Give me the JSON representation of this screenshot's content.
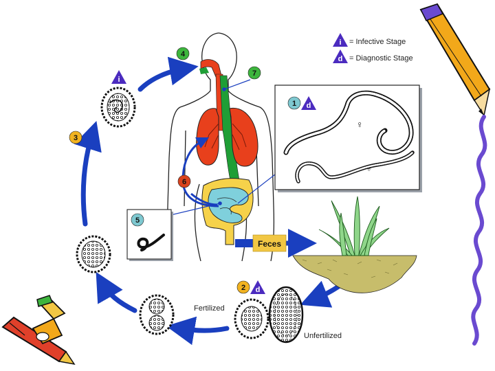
{
  "legend": {
    "infective": {
      "badge": "i",
      "text": "= Infective Stage"
    },
    "diagnostic": {
      "badge": "d",
      "text": "= Diagnostic Stage"
    }
  },
  "stages": {
    "s1": {
      "num": "1",
      "badge": "d"
    },
    "s2": {
      "num": "2",
      "badge": "d"
    },
    "s3": {
      "num": "3"
    },
    "s4": {
      "num": "4"
    },
    "s5": {
      "num": "5"
    },
    "s6": {
      "num": "6"
    },
    "s7": {
      "num": "7"
    },
    "infective_badge": "i"
  },
  "labels": {
    "feces": "Feces",
    "fertilized": "Fertilized",
    "unfertilized": "Unfertilized",
    "female_symbol": "♀",
    "male_symbol": "♂"
  },
  "colors": {
    "cycle_arrow": "#1a3fbf",
    "badge_infective": "#4b2bbf",
    "stage_green": "#3db53d",
    "stage_yellow": "#f2b320",
    "stage_teal": "#7ec8d0",
    "stage_red": "#d9431f",
    "lungs": "#e8401c",
    "trachea": "#1f9e36",
    "intestine_small": "#7fd0dc",
    "intestine_large": "#f6d24a",
    "soil": "#c7bd6b",
    "feces_box": "#f2c744"
  }
}
